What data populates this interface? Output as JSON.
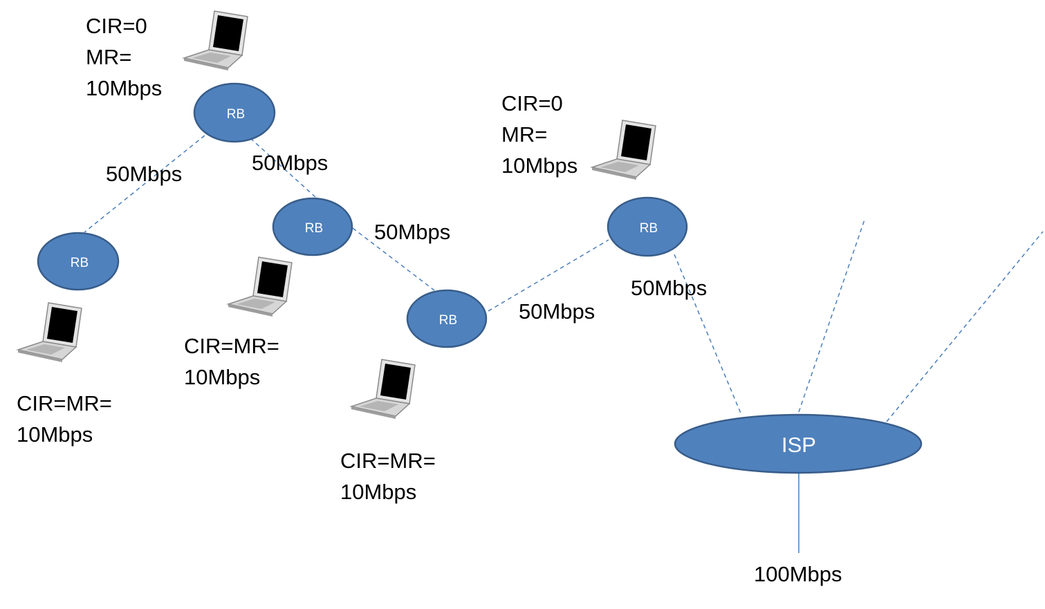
{
  "colors": {
    "node_fill": "#4f81bd",
    "node_stroke": "#385d8a",
    "link": "#4a7ebb",
    "text": "#000000"
  },
  "nodes": {
    "rb_top": "RB",
    "rb_left": "RB",
    "rb_mid": "RB",
    "rb_low": "RB",
    "rb_right": "RB",
    "isp": "ISP"
  },
  "link_labels": {
    "top_to_left": "50Mbps",
    "top_to_mid": "50Mbps",
    "mid_to_low": "50Mbps",
    "low_to_right": "50Mbps",
    "right_to_isp": "50Mbps",
    "isp_uplink": "100Mbps"
  },
  "clients": {
    "top": {
      "icon": "laptop-icon",
      "line1": "CIR=0",
      "line2": "MR=",
      "line3": "10Mbps"
    },
    "right": {
      "icon": "laptop-icon",
      "line1": "CIR=0",
      "line2": "MR=",
      "line3": "10Mbps"
    },
    "left": {
      "icon": "laptop-icon",
      "line1": "CIR=MR=",
      "line2": "10Mbps"
    },
    "mid": {
      "icon": "laptop-icon",
      "line1": "CIR=MR=",
      "line2": "10Mbps"
    },
    "low": {
      "icon": "laptop-icon",
      "line1": "CIR=MR=",
      "line2": "10Mbps"
    }
  }
}
